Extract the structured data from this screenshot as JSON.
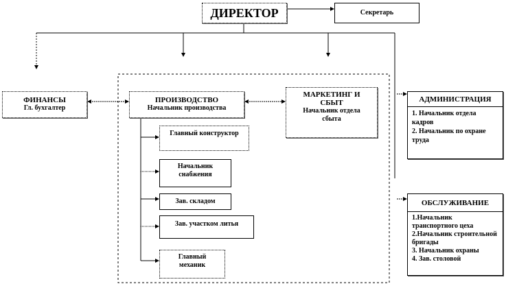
{
  "director": "ДИРЕКТОР",
  "secretary": "Секретарь",
  "finance": {
    "title": "ФИНАНСЫ",
    "subtitle": "Гл. бухгалтер"
  },
  "production": {
    "title": "ПРОИЗВОДСТВО",
    "subtitle": "Начальник производства"
  },
  "marketing": {
    "title": "МАРКЕТИНГ И СБЫТ",
    "subtitle": "Начальник отдела сбыта"
  },
  "production_units": [
    "Главный конструктор",
    "Начальник снабжения",
    "Зав. складом",
    "Зав. участком литья",
    "Главный механик"
  ],
  "administration": {
    "title": "АДМИНИСТРАЦИЯ",
    "items": [
      "1. Начальник отдела кадров",
      "2. Начальник по охране труда"
    ]
  },
  "service": {
    "title": "ОБСЛУЖИВАНИЕ",
    "items": [
      "1.Начальник транспортного цеха",
      "2.Начальник строительной бригады",
      "3. Начальник охраны",
      "4. Зав. столовой"
    ]
  }
}
